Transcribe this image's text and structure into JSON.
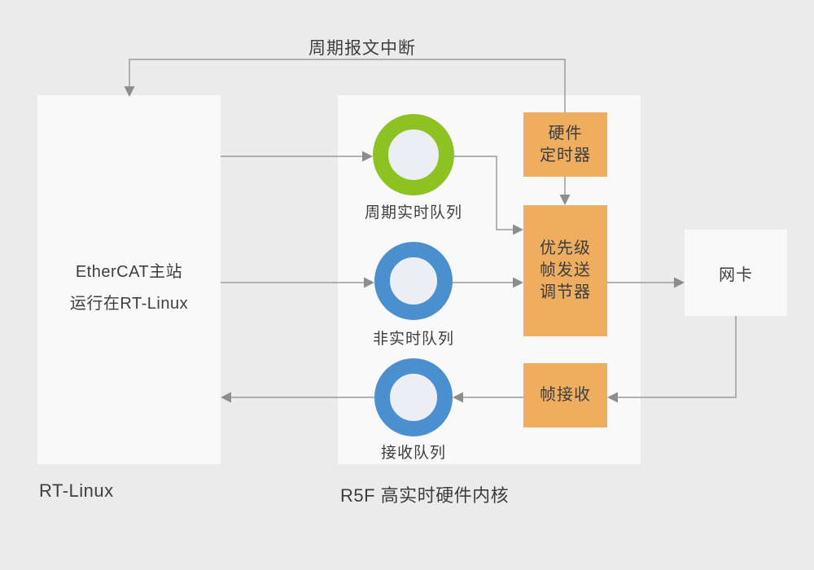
{
  "diagram_title_implied": "EtherCAT / R5F architecture diagram",
  "colors": {
    "background": "#ebebeb",
    "panel": "#f9f9f9",
    "orange": "#efad5f",
    "green": "#8cc322",
    "blue": "#4b90ce",
    "ring-inner": "#eceef4",
    "line": "#9a9a9a",
    "arrow": "#8d8d8d",
    "text": "#3e3e3e"
  },
  "labels": {
    "interrupt": "周期报文中断",
    "master_line1": "EtherCAT主站",
    "master_line2": "运行在RT-Linux",
    "rt_caption": "RT-Linux",
    "r5f_caption": "R5F 高实时硬件内核",
    "nic": "网卡"
  },
  "queues": [
    {
      "label": "周期实时队列",
      "ring_color": "#8cc322"
    },
    {
      "label": "非实时队列",
      "ring_color": "#4b90ce"
    },
    {
      "label": "接收队列",
      "ring_color": "#4b90ce"
    }
  ],
  "blocks": {
    "timer": {
      "line1": "硬件",
      "line2": "定时器"
    },
    "regulator": {
      "line1": "优先级",
      "line2": "帧发送",
      "line3": "调节器"
    },
    "frame_receive": {
      "label": "帧接收"
    }
  },
  "connections": [
    {
      "from": "hardware-timer",
      "to": "rt-linux-panel",
      "label": "周期报文中断"
    },
    {
      "from": "rt-linux-panel",
      "to": "cyclic-realtime-queue"
    },
    {
      "from": "cyclic-realtime-queue",
      "to": "priority-frame-send-regulator"
    },
    {
      "from": "rt-linux-panel",
      "to": "non-realtime-queue"
    },
    {
      "from": "non-realtime-queue",
      "to": "priority-frame-send-regulator"
    },
    {
      "from": "hardware-timer",
      "to": "priority-frame-send-regulator"
    },
    {
      "from": "priority-frame-send-regulator",
      "to": "nic"
    },
    {
      "from": "nic",
      "to": "frame-receive"
    },
    {
      "from": "frame-receive",
      "to": "receive-queue"
    },
    {
      "from": "receive-queue",
      "to": "rt-linux-panel"
    }
  ]
}
